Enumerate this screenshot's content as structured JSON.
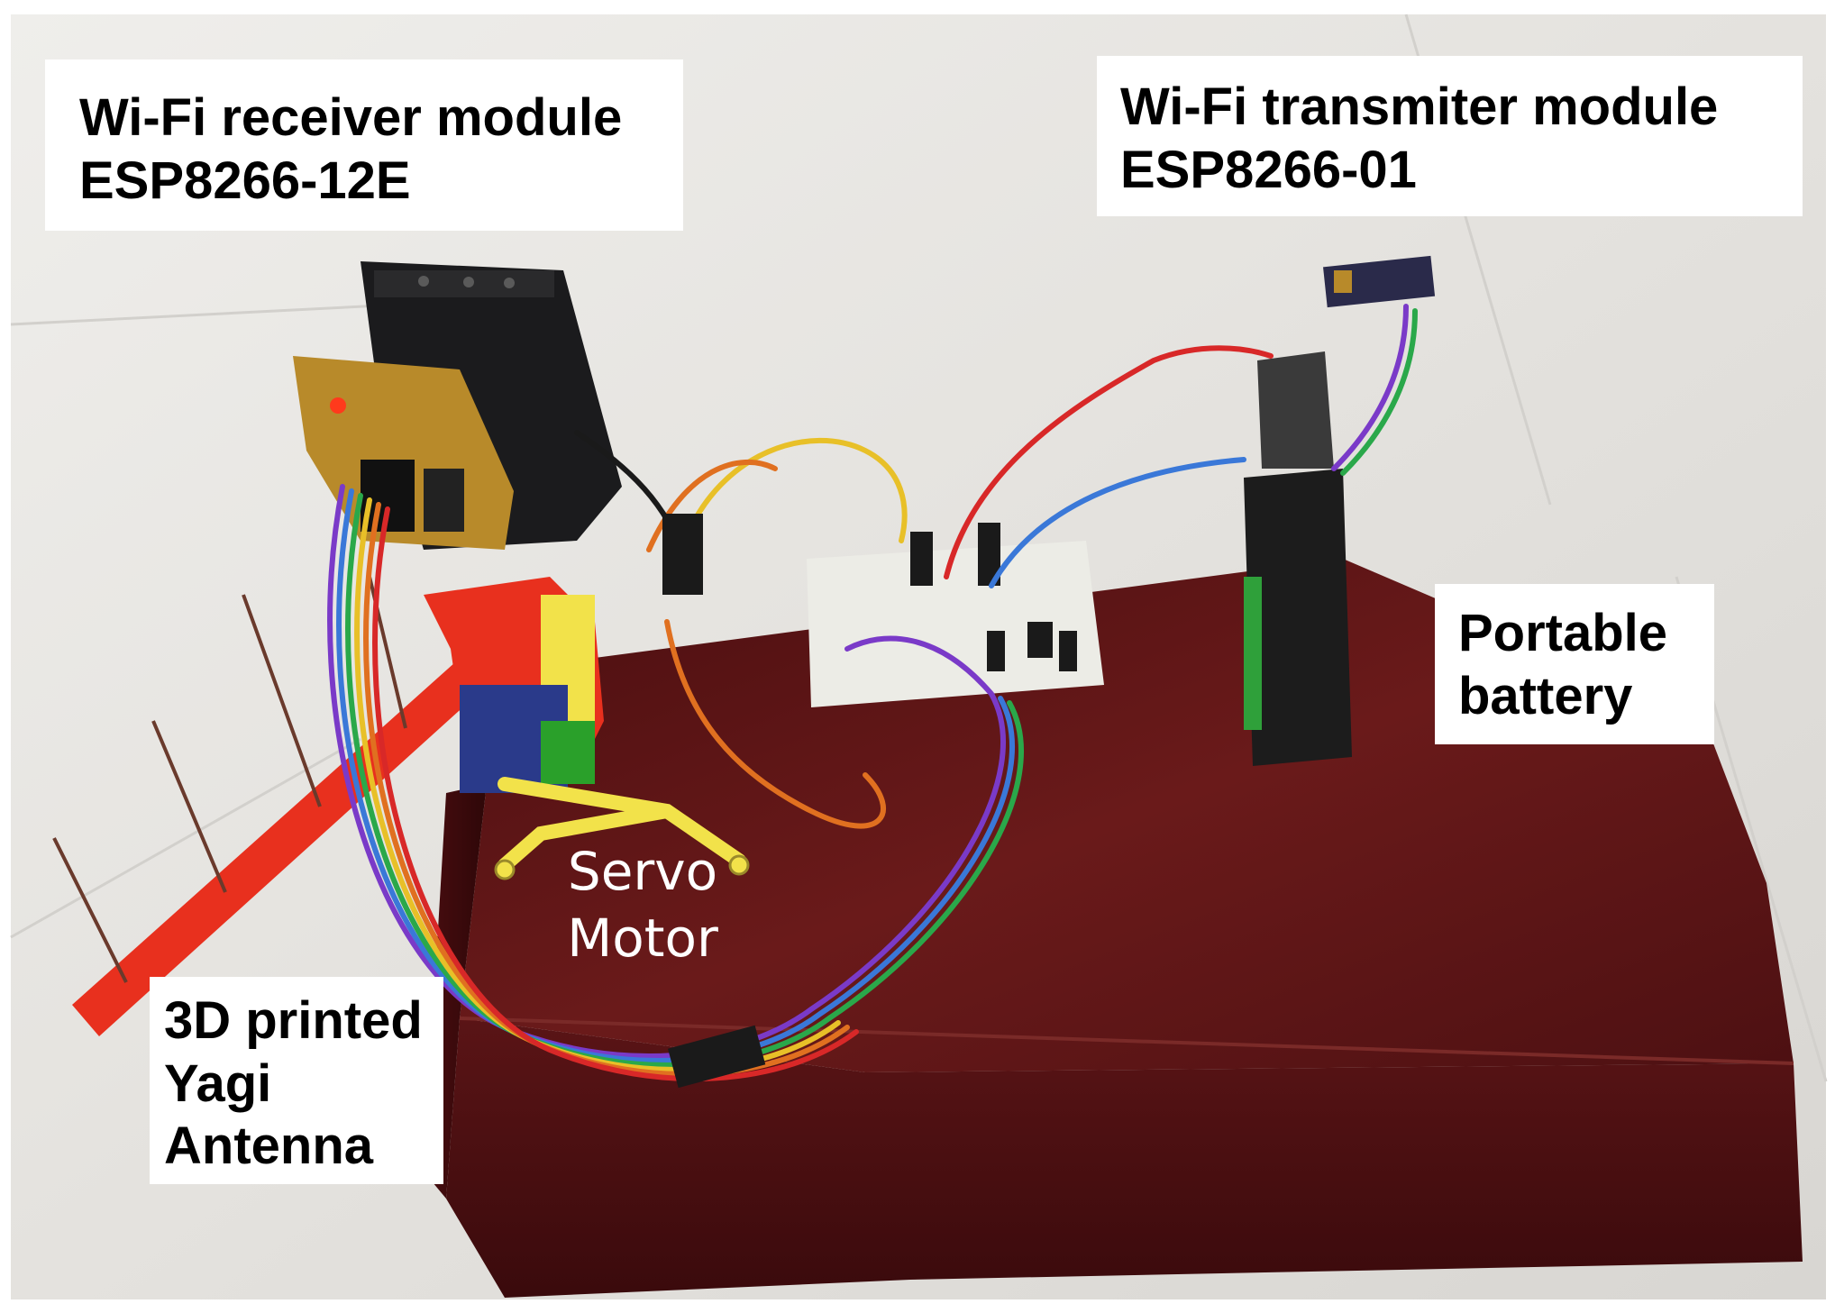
{
  "labels": {
    "receiver": [
      "Wi-Fi receiver module",
      "ESP8266-12E"
    ],
    "transmitter": [
      "Wi-Fi transmiter module",
      "ESP8266-01"
    ],
    "battery": [
      "Portable",
      "battery"
    ],
    "servo": [
      "Servo",
      "Motor"
    ],
    "antenna": [
      "3D printed",
      "Yagi",
      "Antenna"
    ]
  },
  "colors": {
    "floor": "#e4e2de",
    "box_wood": "#5a1414",
    "antenna_body": "#e8301e",
    "servo_mount": "#f2e24a",
    "breadboard": "#ecece6"
  }
}
